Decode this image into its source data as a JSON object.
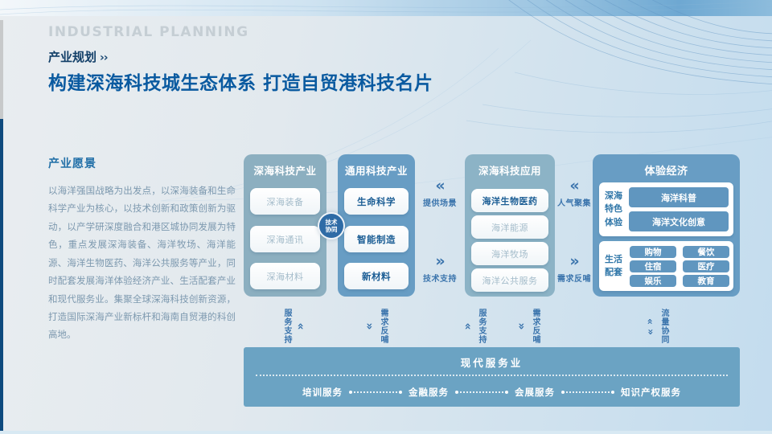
{
  "header": {
    "watermark": "INDUSTRIAL PLANNING",
    "section_label": "产业规划",
    "section_arrows": "››",
    "title": "构建深海科技城生态体系  打造自贸港科技名片"
  },
  "vision": {
    "heading": "产业愿景",
    "body": "以海洋强国战略为出发点，以深海装备和生命科学产业为核心，以技术创新和政策创新为驱动，以产学研深度融合和港区城协同发展为特色，重点发展深海装备、海洋牧场、海洋能源、海洋生物医药、海洋公共服务等产业，同时配套发展海洋体验经济产业、生活配套产业和现代服务业。集聚全球深海科技创新资源，打造国际深海产业新标杆和海南自贸港的科创高地。"
  },
  "icons": {
    "chevron_left": "«",
    "chevron_right": "»",
    "double_chevron": "«"
  },
  "diagram": {
    "columns": [
      {
        "title": "深海科技产业",
        "items": [
          "深海装备",
          "深海通讯",
          "深海材料"
        ]
      },
      {
        "title": "通用科技产业",
        "items": [
          "生命科学",
          "智能制造",
          "新材料"
        ]
      },
      {
        "title": "深海科技应用",
        "items": [
          "海洋生物医药",
          "海洋能源",
          "海洋牧场",
          "海洋公共服务"
        ]
      }
    ],
    "tech_badge": {
      "line1": "技术",
      "line2": "协同"
    },
    "flow_arrows": [
      {
        "label": "提供场景",
        "direction": "left"
      },
      {
        "label": "技术支持",
        "direction": "right"
      },
      {
        "label": "人气聚集",
        "direction": "left"
      },
      {
        "label": "需求反哺",
        "direction": "right"
      }
    ],
    "experience": {
      "title": "体验经济",
      "groups": [
        {
          "label": "深海特色体验",
          "items": [
            "海洋科普",
            "海洋文化创意"
          ]
        },
        {
          "label": "生活配套",
          "items": [
            "购物",
            "餐饮",
            "住宿",
            "医疗",
            "娱乐",
            "教育"
          ]
        }
      ]
    },
    "bottom_arrows": [
      {
        "label": "服务支持",
        "direction": "up"
      },
      {
        "label": "需求反哺",
        "direction": "down"
      },
      {
        "label": "服务支持",
        "direction": "up"
      },
      {
        "label": "需求反哺",
        "direction": "down"
      },
      {
        "label": "流量协同",
        "direction": "both"
      }
    ],
    "services_bar": {
      "title": "现代服务业",
      "items": [
        "培训服务",
        "金融服务",
        "会展服务",
        "知识产权服务"
      ]
    }
  },
  "colors": {
    "accent_blue": "#0a5aa0",
    "column_teal": "#8cafc0",
    "column_blue": "#689dc4",
    "pill_blue": "#6096bf",
    "arrow_blue": "#3c75ad",
    "bar_blue": "#6ba3c3",
    "edge_navy": "#0e4a7e"
  }
}
